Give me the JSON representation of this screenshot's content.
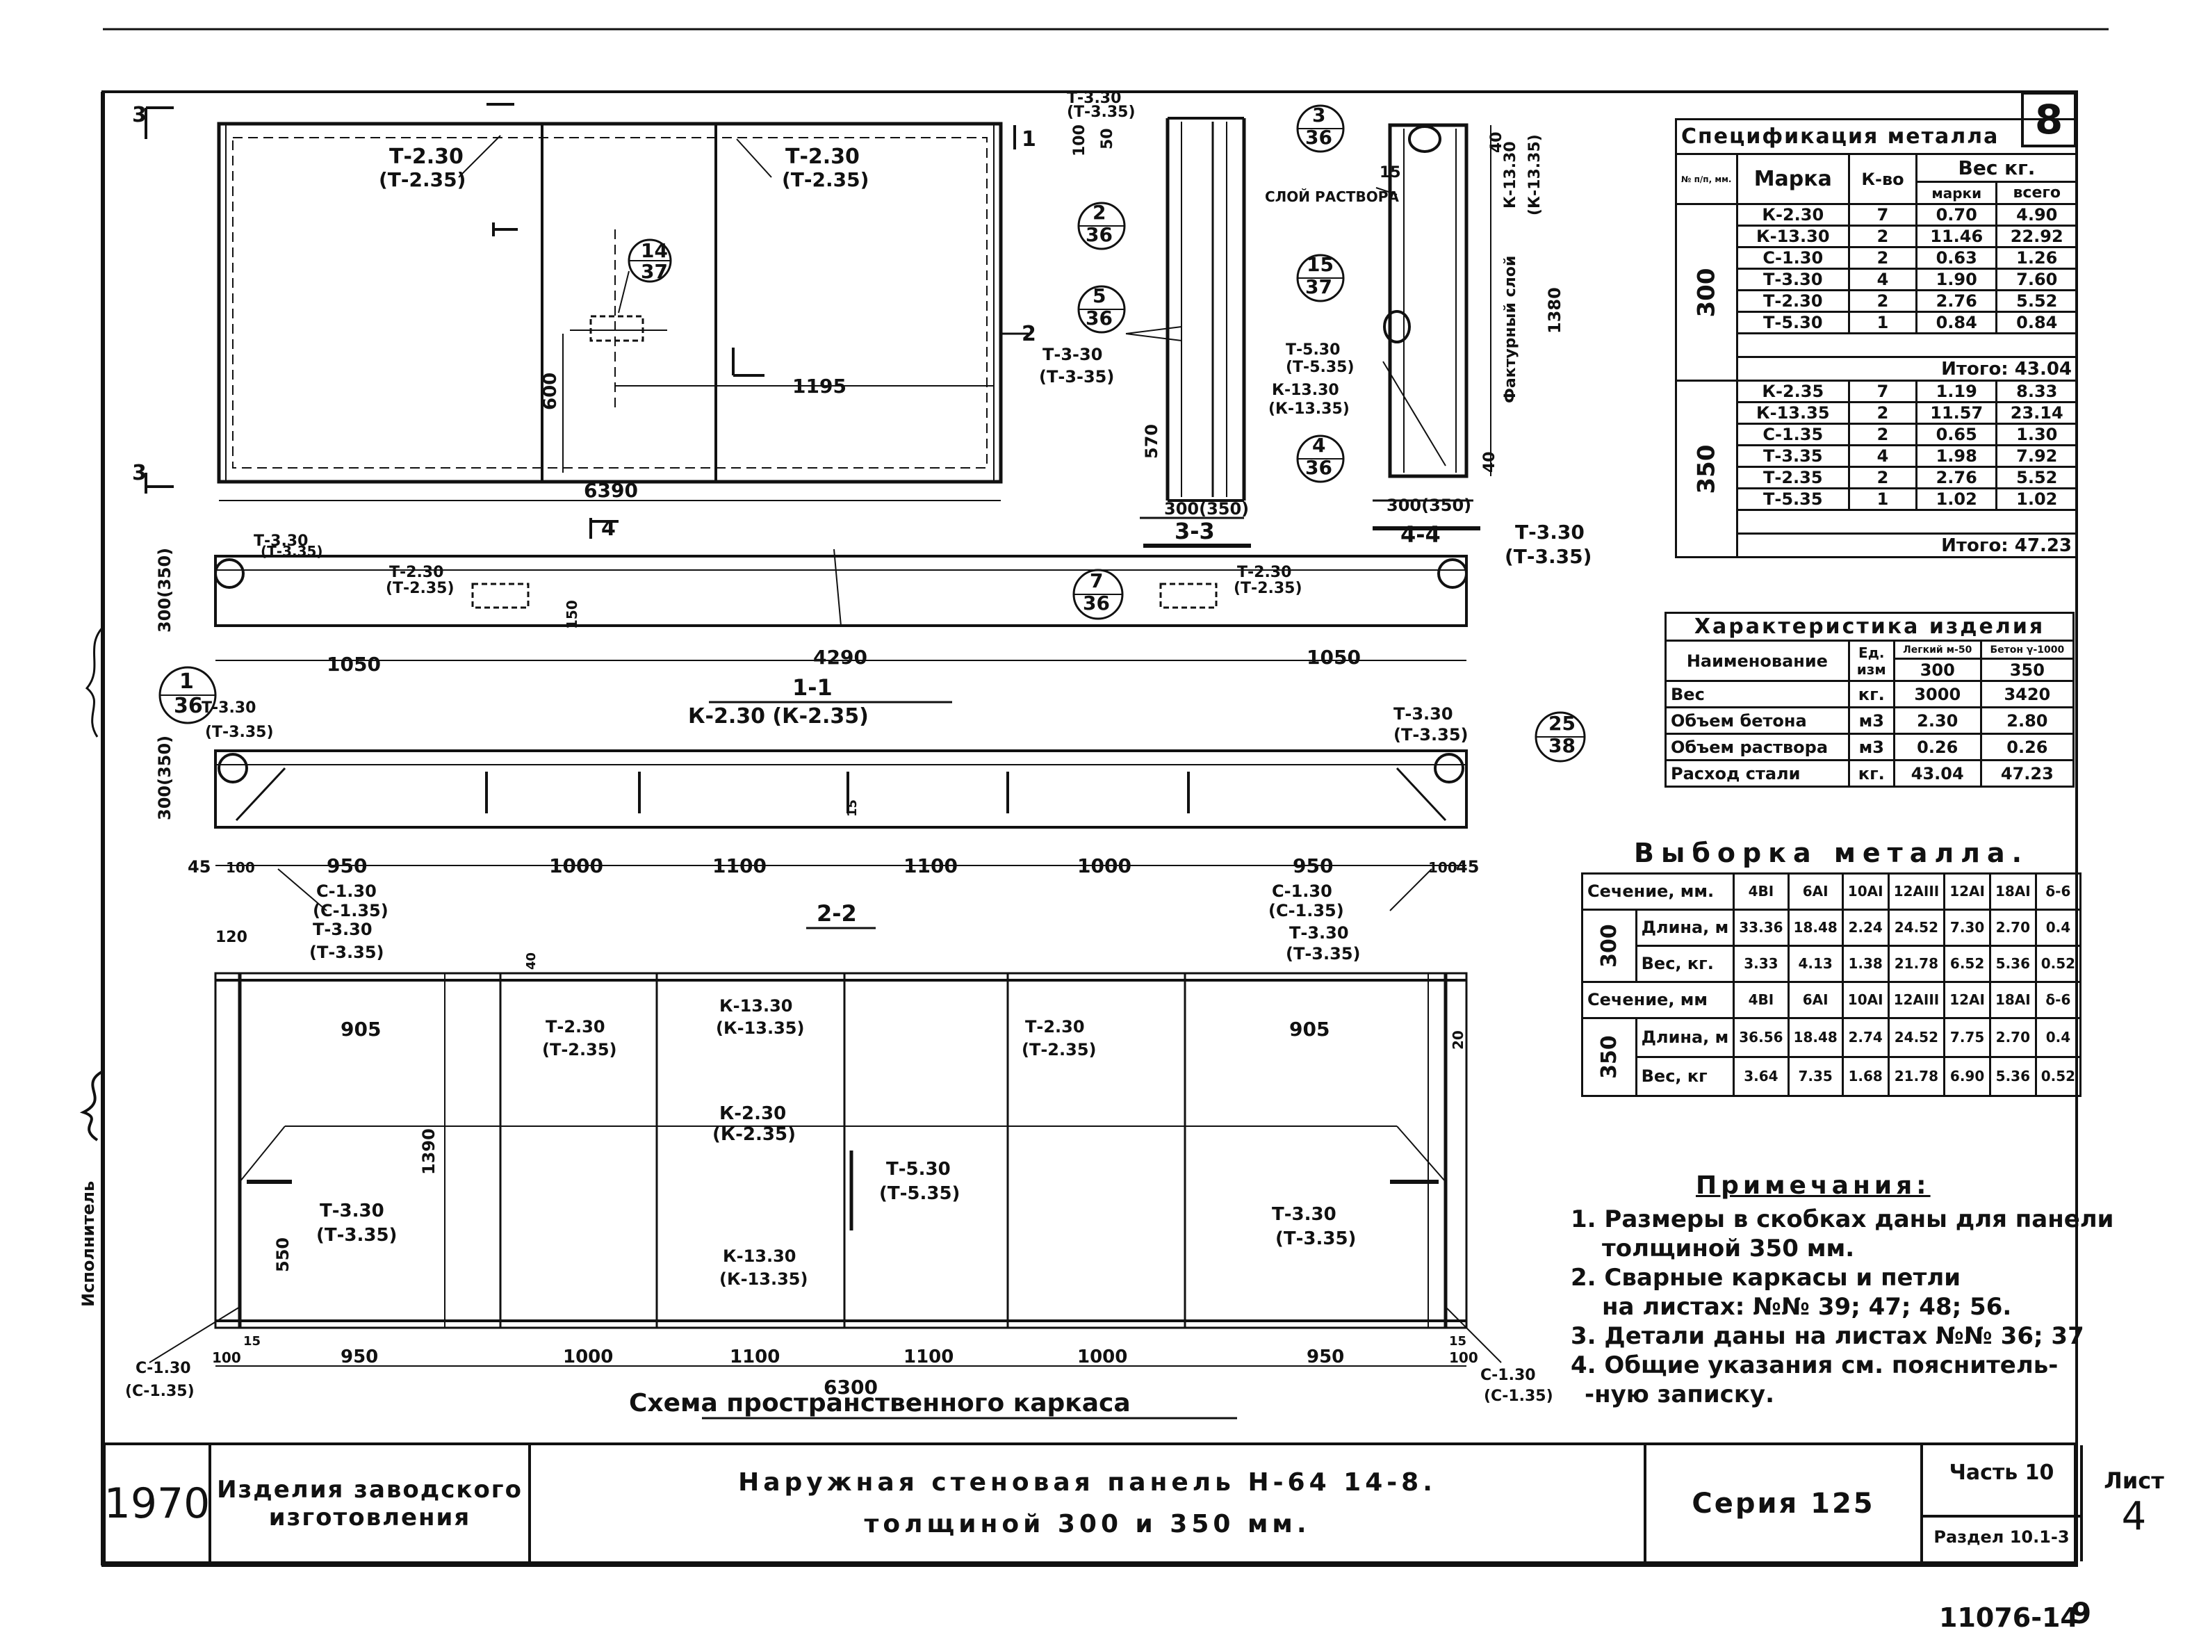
{
  "sheet_number_badge": "8",
  "plan_view": {
    "dims": {
      "length": "6390",
      "d1195": "1195",
      "d600": "600"
    },
    "marks": {
      "t230_a": "Т-2.30",
      "t235_a": "(Т-2.35)",
      "t230_b": "Т-2.30",
      "t235_b": "(Т-2.35)"
    },
    "callout_14_37": {
      "top": "14",
      "bottom": "37"
    },
    "section_marks": {
      "s3": "3",
      "s2": "2",
      "s4": "4",
      "s1": "1"
    }
  },
  "section_33": {
    "title": "3-3",
    "dims": {
      "d100": "100",
      "d50": "50",
      "d570": "570",
      "thk": "300(350)"
    },
    "marks": {
      "t330": "Т-3.30",
      "t335": "(Т-3.35)",
      "t330b": "Т-3-30",
      "t335b": "(Т-3-35)"
    },
    "callout_2_36": {
      "top": "2",
      "bottom": "36"
    },
    "callout_5_36": {
      "top": "5",
      "bottom": "36"
    }
  },
  "section_44": {
    "title": "4-4",
    "dims": {
      "d15": "15",
      "d40": "40",
      "d1380": "1380",
      "thk": "300(350)",
      "d40b": "40"
    },
    "labels": {
      "mortar": "СЛОЙ РАСТВОРА",
      "facing": "Фактурный слой"
    },
    "marks": {
      "k1330": "К-13.30",
      "k1335": "(К-13.35)",
      "t530": "Т-5.30",
      "t535": "(Т-5.35)",
      "k1330b": "К-13.30",
      "k1335b": "(К-13.35)"
    },
    "callout_3_36": {
      "top": "3",
      "bottom": "36"
    },
    "callout_15_37": {
      "top": "15",
      "bottom": "37"
    },
    "callout_4_36": {
      "top": "4",
      "bottom": "36"
    }
  },
  "section_11": {
    "title": "1-1",
    "dims": {
      "thk": "300(350)",
      "d1050a": "1050",
      "d4290": "4290",
      "d1050b": "1050",
      "d150": "150"
    },
    "marks": {
      "t330l": "Т-3.30",
      "t335l": "(Т-3.35)",
      "t230l": "Т-2.30",
      "t235l": "(Т-2.35)",
      "t230r": "Т-2.30",
      "t235r": "(Т-2.35)",
      "t330r": "Т-3.30",
      "t335r": "(Т-3.35)"
    },
    "callout_1_36": {
      "top": "1",
      "bottom": "36"
    },
    "callout_7_36": {
      "top": "7",
      "bottom": "36"
    }
  },
  "section_22": {
    "title": "2-2",
    "dims": {
      "thk": "300(350)",
      "d45a": "45",
      "d100a": "100",
      "d950a": "950",
      "d1000a": "1000",
      "d1100a": "1100",
      "d1100b": "1100",
      "d1000b": "1000",
      "d950b": "950",
      "d100b": "100",
      "d45b": "45",
      "d15": "15"
    },
    "marks": {
      "t330l": "Т-3.30",
      "t335l": "(Т-3.35)",
      "k230": "К-2.30 (К-2.35)",
      "t330r": "Т-3.30",
      "t335r": "(Т-3.35)",
      "c130": "С-1.30",
      "c135": "(С-1.35)",
      "c130r": "С-1.30",
      "c135r": "(С-1.35)"
    },
    "callout_25_38": {
      "top": "25",
      "bottom": "38"
    }
  },
  "frame_scheme": {
    "title": "Схема пространственного каркаса",
    "dims": {
      "d120": "120",
      "d905a": "905",
      "d905b": "905",
      "d1390": "1390",
      "d550": "550",
      "d40": "40",
      "d20": "20",
      "d100a": "100",
      "d15a": "15",
      "d950a": "950",
      "d1000a": "1000",
      "d1100a": "1100",
      "d1100b": "1100",
      "d1000b": "1000",
      "d950b": "950",
      "d15b": "15",
      "d100b": "100",
      "d6300": "6300"
    },
    "marks": {
      "t330a": "Т-3.30",
      "t335a": "(Т-3.35)",
      "t330b": "Т-3.30",
      "t335b": "(Т-3.35)",
      "t230a": "Т-2.30",
      "t235a": "(Т-2.35)",
      "k1330a": "К-13.30",
      "k1335a": "(К-13.35)",
      "t230b": "Т-2.30",
      "t235b": "(Т-2.35)",
      "k230": "К-2.30",
      "k235": "(К-2.35)",
      "t530": "Т-5.30",
      "t535": "(Т-5.35)",
      "t330c": "Т-3.30",
      "t335c": "(Т-3.35)",
      "k1330b": "К-13.30",
      "k1335b": "(К-13.35)",
      "t330d": "Т-3.30",
      "t335d": "(Т-3.35)",
      "c130l": "С-1.30",
      "c135l": "(С-1.35)",
      "c130r": "С-1.30",
      "c135r": "(С-1.35)"
    }
  },
  "spec_table": {
    "title": "Спецификация металла",
    "headers": {
      "no": "№ п/п, мм.",
      "mark": "Марка",
      "qty": "К-во",
      "weight": "Вес кг.",
      "per": "марки",
      "total": "всего"
    },
    "group_300": {
      "label": "300",
      "rows": [
        [
          "К-2.30",
          "7",
          "0.70",
          "4.90"
        ],
        [
          "К-13.30",
          "2",
          "11.46",
          "22.92"
        ],
        [
          "С-1.30",
          "2",
          "0.63",
          "1.26"
        ],
        [
          "Т-3.30",
          "4",
          "1.90",
          "7.60"
        ],
        [
          "Т-2.30",
          "2",
          "2.76",
          "5.52"
        ],
        [
          "Т-5.30",
          "1",
          "0.84",
          "0.84"
        ]
      ],
      "total": "Итого: 43.04"
    },
    "group_350": {
      "label": "350",
      "rows": [
        [
          "К-2.35",
          "7",
          "1.19",
          "8.33"
        ],
        [
          "К-13.35",
          "2",
          "11.57",
          "23.14"
        ],
        [
          "С-1.35",
          "2",
          "0.65",
          "1.30"
        ],
        [
          "Т-3.35",
          "4",
          "1.98",
          "7.92"
        ],
        [
          "Т-2.35",
          "2",
          "2.76",
          "5.52"
        ],
        [
          "Т-5.35",
          "1",
          "1.02",
          "1.02"
        ]
      ],
      "total": "Итого: 47.23"
    }
  },
  "char_table": {
    "title": "Характеристика изделия",
    "headers": {
      "name": "Наименование",
      "unit": "Ед. изм",
      "light": "Легкий м-50",
      "concrete": "Бетон γ-1000",
      "c300": "300",
      "c350": "350"
    },
    "rows": [
      [
        "Вес",
        "кг.",
        "3000",
        "3420"
      ],
      [
        "Объем бетона",
        "м3",
        "2.30",
        "2.80"
      ],
      [
        "Объем раствора",
        "м3",
        "0.26",
        "0.26"
      ],
      [
        "Расход стали",
        "кг.",
        "43.04",
        "47.23"
      ]
    ]
  },
  "sel_table": {
    "title": "Выборка металла.",
    "header1": [
      "Сечение, мм.",
      "4ВI",
      "6АI",
      "10АI",
      "12АIII",
      "12АI",
      "18АI",
      "δ-6"
    ],
    "g300": {
      "label": "300",
      "length": [
        "Длина, м",
        "33.36",
        "18.48",
        "2.24",
        "24.52",
        "7.30",
        "2.70",
        "0.4"
      ],
      "weight": [
        "Вес, кг.",
        "3.33",
        "4.13",
        "1.38",
        "21.78",
        "6.52",
        "5.36",
        "0.52"
      ]
    },
    "header2": [
      "Сечение, мм",
      "4ВI",
      "6АI",
      "10АI",
      "12АIII",
      "12АI",
      "18АI",
      "δ-6"
    ],
    "g350": {
      "label": "350",
      "length": [
        "Длина, м",
        "36.56",
        "18.48",
        "2.74",
        "24.52",
        "7.75",
        "2.70",
        "0.4"
      ],
      "weight": [
        "Вес, кг",
        "3.64",
        "7.35",
        "1.68",
        "21.78",
        "6.90",
        "5.36",
        "0.52"
      ]
    }
  },
  "notes": {
    "title": "Примечания:",
    "items": [
      "1. Размеры в скобках даны для панели",
      "толщиной 350 мм.",
      "2. Сварные каркасы и петли",
      "на листах: №№ 39; 47; 48; 56.",
      "3. Детали даны на листах №№ 36; 37",
      "4. Общие указания см. пояснитель-",
      "-ную записку."
    ]
  },
  "title_block": {
    "year": "1970",
    "category_1": "Изделия заводского",
    "category_2": "изготовления",
    "name_1": "Наружная стеновая панель Н-64 14-8.",
    "name_2": "толщиной 300 и 350 мм.",
    "series": "Серия 125",
    "part": "Часть 10",
    "section": "Раздел 10.1-3",
    "sheet_label": "Лист",
    "sheet_no": "4"
  },
  "margin_stamp": "Исполнитель",
  "doc_code": "11076-14",
  "page_no": "9"
}
